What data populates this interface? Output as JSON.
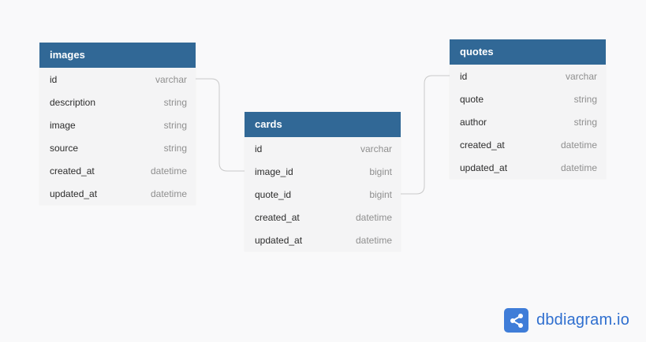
{
  "tables": {
    "images": {
      "name": "images",
      "fields": [
        {
          "name": "id",
          "type": "varchar"
        },
        {
          "name": "description",
          "type": "string"
        },
        {
          "name": "image",
          "type": "string"
        },
        {
          "name": "source",
          "type": "string"
        },
        {
          "name": "created_at",
          "type": "datetime"
        },
        {
          "name": "updated_at",
          "type": "datetime"
        }
      ]
    },
    "cards": {
      "name": "cards",
      "fields": [
        {
          "name": "id",
          "type": "varchar"
        },
        {
          "name": "image_id",
          "type": "bigint"
        },
        {
          "name": "quote_id",
          "type": "bigint"
        },
        {
          "name": "created_at",
          "type": "datetime"
        },
        {
          "name": "updated_at",
          "type": "datetime"
        }
      ]
    },
    "quotes": {
      "name": "quotes",
      "fields": [
        {
          "name": "id",
          "type": "varchar"
        },
        {
          "name": "quote",
          "type": "string"
        },
        {
          "name": "author",
          "type": "string"
        },
        {
          "name": "created_at",
          "type": "datetime"
        },
        {
          "name": "updated_at",
          "type": "datetime"
        }
      ]
    }
  },
  "relations": [
    {
      "from": "images.id",
      "to": "cards.image_id"
    },
    {
      "from": "cards.quote_id",
      "to": "quotes.id"
    }
  ],
  "colors": {
    "header": "#316896",
    "header_text": "#ffffff",
    "body": "#f4f4f5",
    "edge": "#c9c9c9",
    "brand": "#3f7dd8"
  },
  "brand": {
    "text": "dbdiagram.io",
    "icon": "share-network-icon"
  }
}
